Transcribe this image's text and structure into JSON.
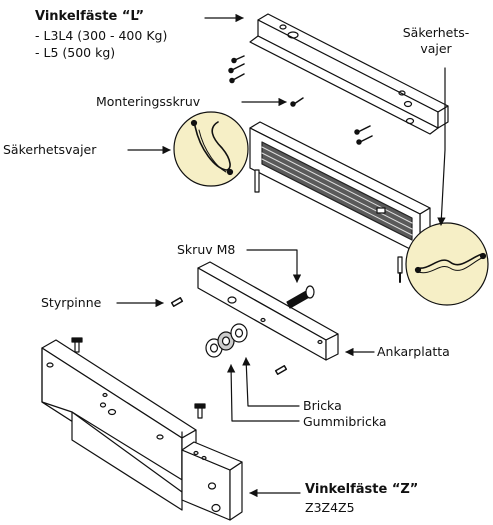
{
  "bracket_l": {
    "title": "Vinkelfäste “L”",
    "models": [
      "- L3L4 (300 - 400 Kg)",
      "- L5 (500 kg)"
    ]
  },
  "labels": {
    "safety_cable_right_line1": "Säkerhets-",
    "safety_cable_right_line2": "vajer",
    "mounting_screw": "Monteringsskruv",
    "safety_cable_left": "Säkerhetsvajer",
    "screw_m8": "Skruv M8",
    "guide_pin": "Styrpinne",
    "armature_plate": "Ankarplatta",
    "washer": "Bricka",
    "rubber_washer": "Gummibricka"
  },
  "bracket_z": {
    "title": "Vinkelfäste “Z”",
    "models": "Z3Z4Z5"
  },
  "colors": {
    "line": "#111111",
    "magnet_face": "#5a5a5a",
    "circle_fill": "#f6efc6"
  }
}
